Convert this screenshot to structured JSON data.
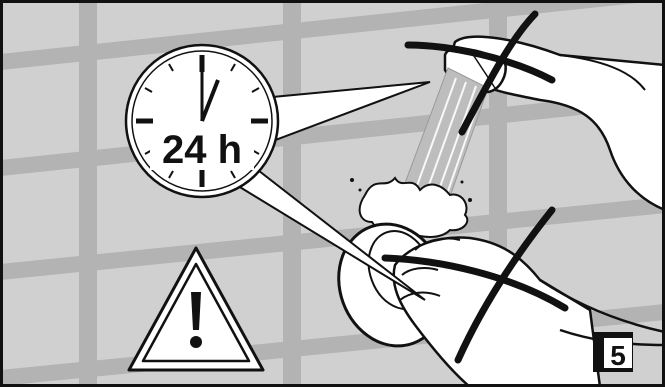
{
  "clock": {
    "label": "24 h"
  },
  "step": {
    "number": "5"
  },
  "colors": {
    "wall": "#d0d0d0",
    "grout": "#b4b4b4",
    "outline": "#111111",
    "white": "#ffffff",
    "water": "#bfbfbf"
  },
  "icons": {
    "clock": "clock-icon",
    "warning": "warning-triangle-icon",
    "faucet": "faucet-icon",
    "showerhead": "showerhead-icon",
    "cross": "cross-out-mark"
  }
}
